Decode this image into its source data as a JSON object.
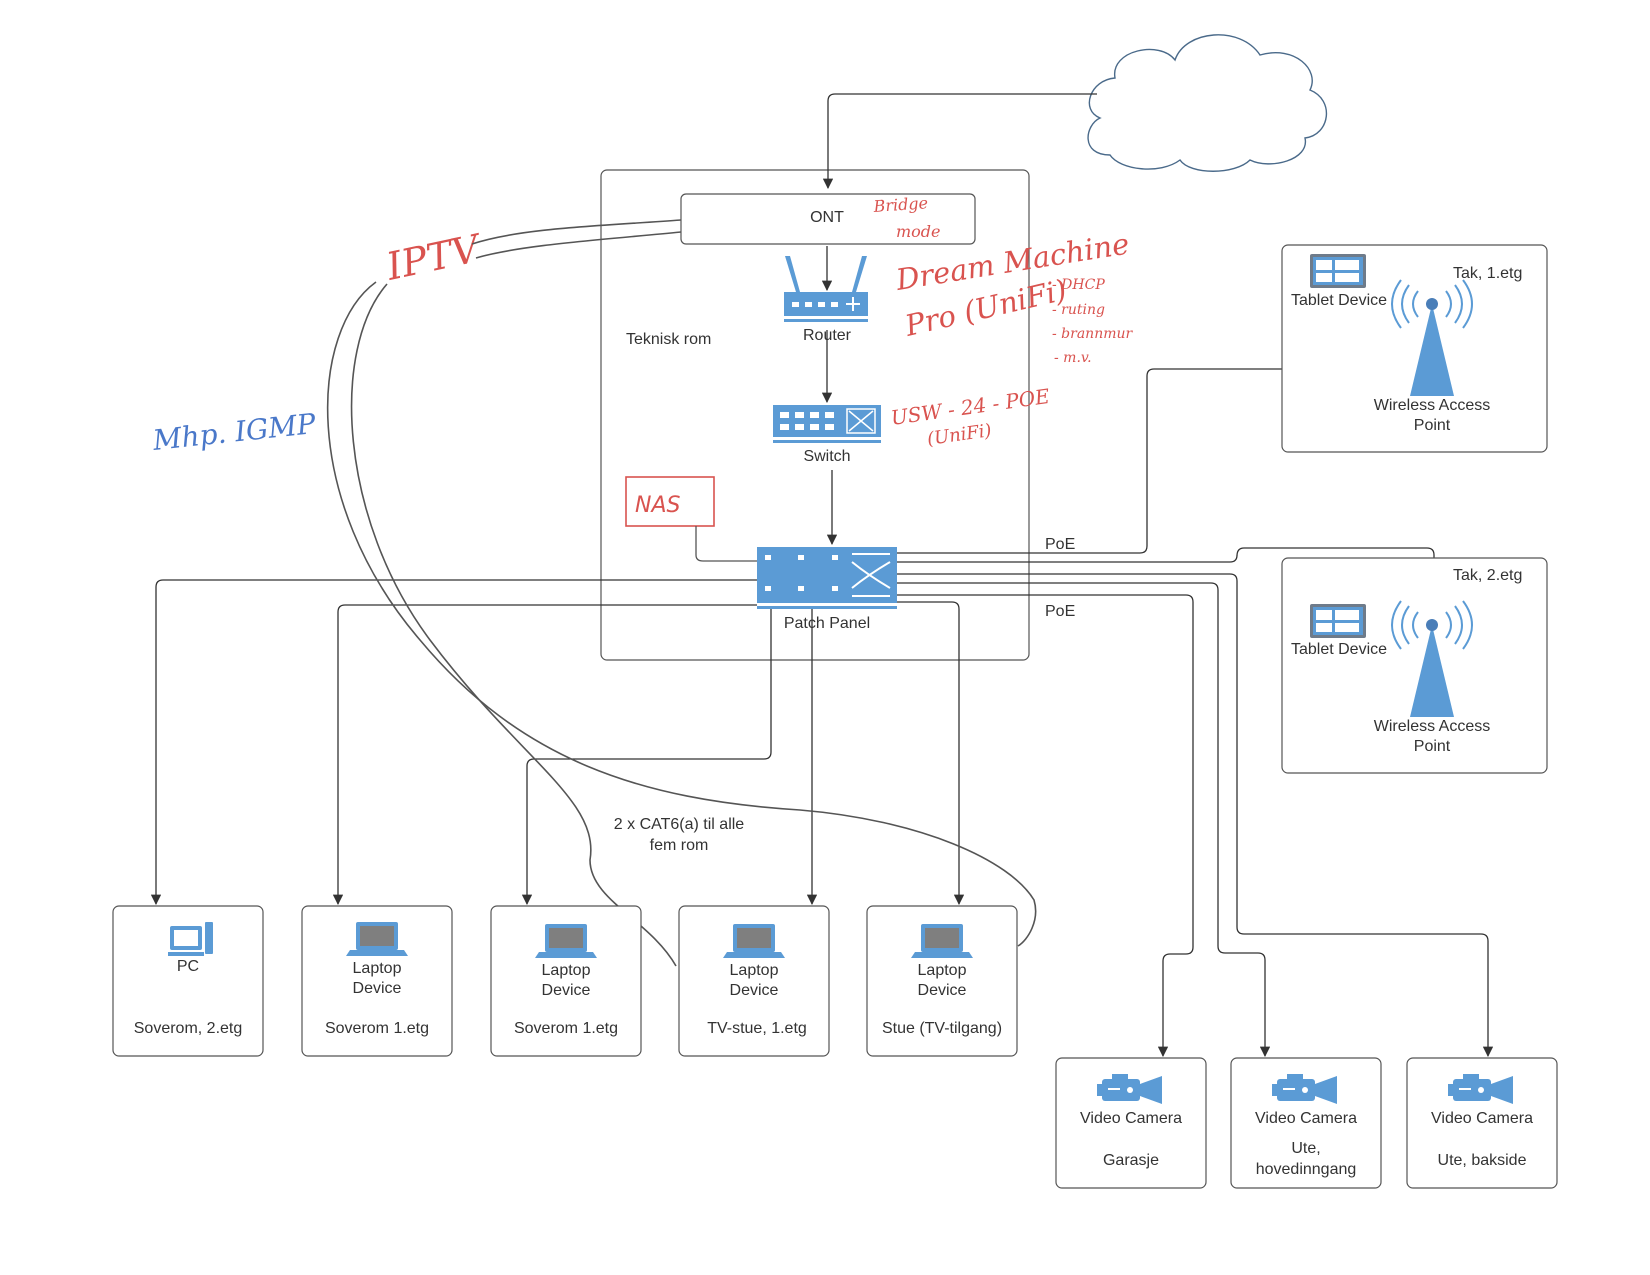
{
  "colors": {
    "device_blue": "#5b9bd5",
    "annotation_red": "#d9534f",
    "annotation_blue": "#4a78c9",
    "line": "#333333"
  },
  "core": {
    "room_label": "Teknisk rom",
    "ont": "ONT",
    "router": "Router",
    "switch": "Switch",
    "patch_panel": "Patch Panel",
    "poe_top": "PoE",
    "poe_bottom": "PoE"
  },
  "annotations": {
    "bridge_line1": "Bridge",
    "bridge_line2": "mode",
    "dream_line1": "Dream Machine",
    "dream_line2": "Pro (UniFi)",
    "dream_notes": [
      "- DHCP",
      "- ruting",
      "- brannmur",
      "- m.v."
    ],
    "switch_line1": "USW - 24 - POE",
    "switch_line2": "(UniFi)",
    "nas": "NAS",
    "iptv": "IPTV",
    "igmp": "Mhp. IGMP",
    "cabling_line1": "2 x CAT6(a) til alle",
    "cabling_line2": "fem rom"
  },
  "access_points": [
    {
      "location": "Tak, 1.etg",
      "tablet": "Tablet Device",
      "ap_line1": "Wireless Access",
      "ap_line2": "Point",
      "icon": "tablet-icon"
    },
    {
      "location": "Tak, 2.etg",
      "tablet": "Tablet Device",
      "ap_line1": "Wireless Access",
      "ap_line2": "Point",
      "icon": "tablet-icon"
    }
  ],
  "rooms": [
    {
      "device_line1": "PC",
      "device_line2": "",
      "room": "Soverom, 2.etg",
      "icon": "pc-icon"
    },
    {
      "device_line1": "Laptop",
      "device_line2": "Device",
      "room": "Soverom 1.etg",
      "icon": "laptop-icon"
    },
    {
      "device_line1": "Laptop",
      "device_line2": "Device",
      "room": "Soverom 1.etg",
      "icon": "laptop-icon"
    },
    {
      "device_line1": "Laptop",
      "device_line2": "Device",
      "room": "TV-stue, 1.etg",
      "icon": "laptop-icon"
    },
    {
      "device_line1": "Laptop",
      "device_line2": "Device",
      "room": "Stue (TV-tilgang)",
      "icon": "laptop-icon"
    }
  ],
  "cameras": [
    {
      "device": "Video Camera",
      "loc_line1": "Garasje",
      "loc_line2": "",
      "icon": "video-camera-icon"
    },
    {
      "device": "Video Camera",
      "loc_line1": "Ute,",
      "loc_line2": "hovedinngang",
      "icon": "video-camera-icon"
    },
    {
      "device": "Video Camera",
      "loc_line1": "Ute, bakside",
      "loc_line2": "",
      "icon": "video-camera-icon"
    }
  ]
}
